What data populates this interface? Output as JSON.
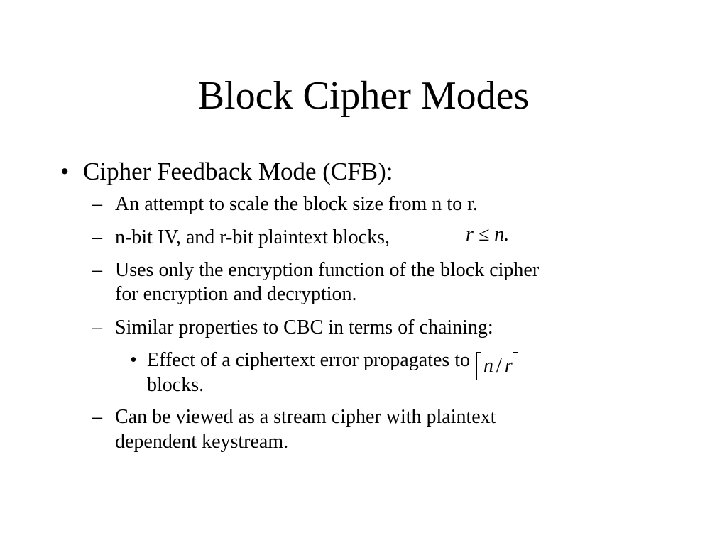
{
  "title": "Block Cipher Modes",
  "items": [
    {
      "marker": "•",
      "text": "Cipher Feedback Mode (CFB):"
    },
    {
      "marker": "–",
      "text": "An attempt to scale the block size from n to r."
    },
    {
      "marker": "–",
      "text": "n-bit IV, and r-bit plaintext blocks,",
      "math": "r ≤ n."
    },
    {
      "marker": "–",
      "lines": [
        "Uses only the encryption function of the block cipher",
        "for encryption and decryption."
      ]
    },
    {
      "marker": "–",
      "text": "Similar properties to CBC in terms of chaining:"
    },
    {
      "marker": "•",
      "lines": [
        "Effect of a ciphertext error propagates to",
        "blocks."
      ],
      "ceil_num": "n",
      "ceil_sep": "/",
      "ceil_den": "r"
    },
    {
      "marker": "–",
      "lines": [
        "Can be viewed as a stream cipher with plaintext",
        "dependent keystream."
      ]
    }
  ]
}
